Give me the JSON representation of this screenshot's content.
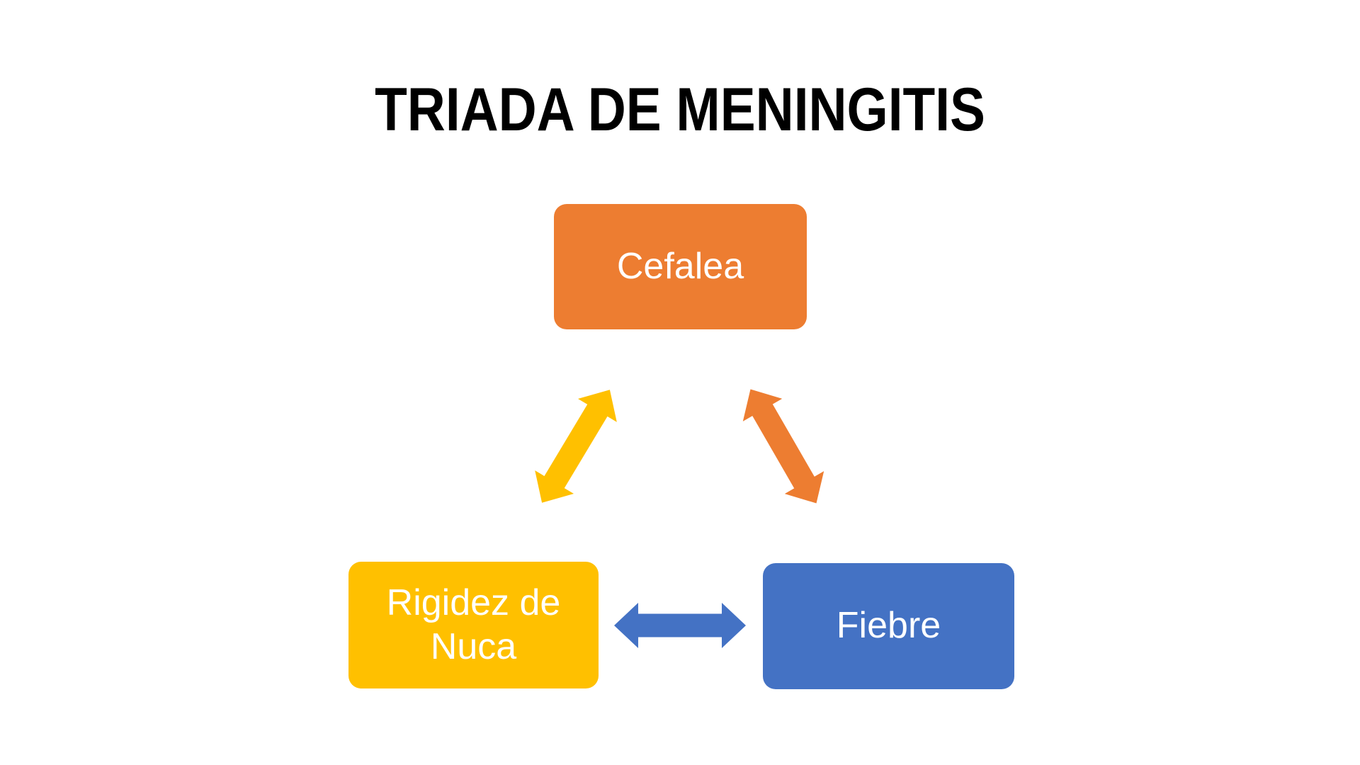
{
  "slide": {
    "title": "TRIADA DE MENINGITIS",
    "background_color": "#FFFFFF",
    "title_color": "#000000"
  },
  "diagram": {
    "type": "triangle-cycle",
    "nodes": [
      {
        "id": "cefalea",
        "label": "Cefalea",
        "fill_color": "#ED7D31",
        "text_color": "#FFFFFF",
        "position": "top-center"
      },
      {
        "id": "rigidez-de-nuca",
        "label": "Rigidez de Nuca",
        "fill_color": "#FFC000",
        "text_color": "#FFFFFF",
        "position": "bottom-left"
      },
      {
        "id": "fiebre",
        "label": "Fiebre",
        "fill_color": "#4472C4",
        "text_color": "#FFFFFF",
        "position": "bottom-right"
      }
    ],
    "connectors": [
      {
        "from": "rigidez-de-nuca",
        "to": "cefalea",
        "style": "double-headed-arrow",
        "color": "#FFC000"
      },
      {
        "from": "fiebre",
        "to": "cefalea",
        "style": "double-headed-arrow",
        "color": "#ED7D31"
      },
      {
        "from": "rigidez-de-nuca",
        "to": "fiebre",
        "style": "double-headed-arrow",
        "color": "#4472C4"
      }
    ]
  }
}
